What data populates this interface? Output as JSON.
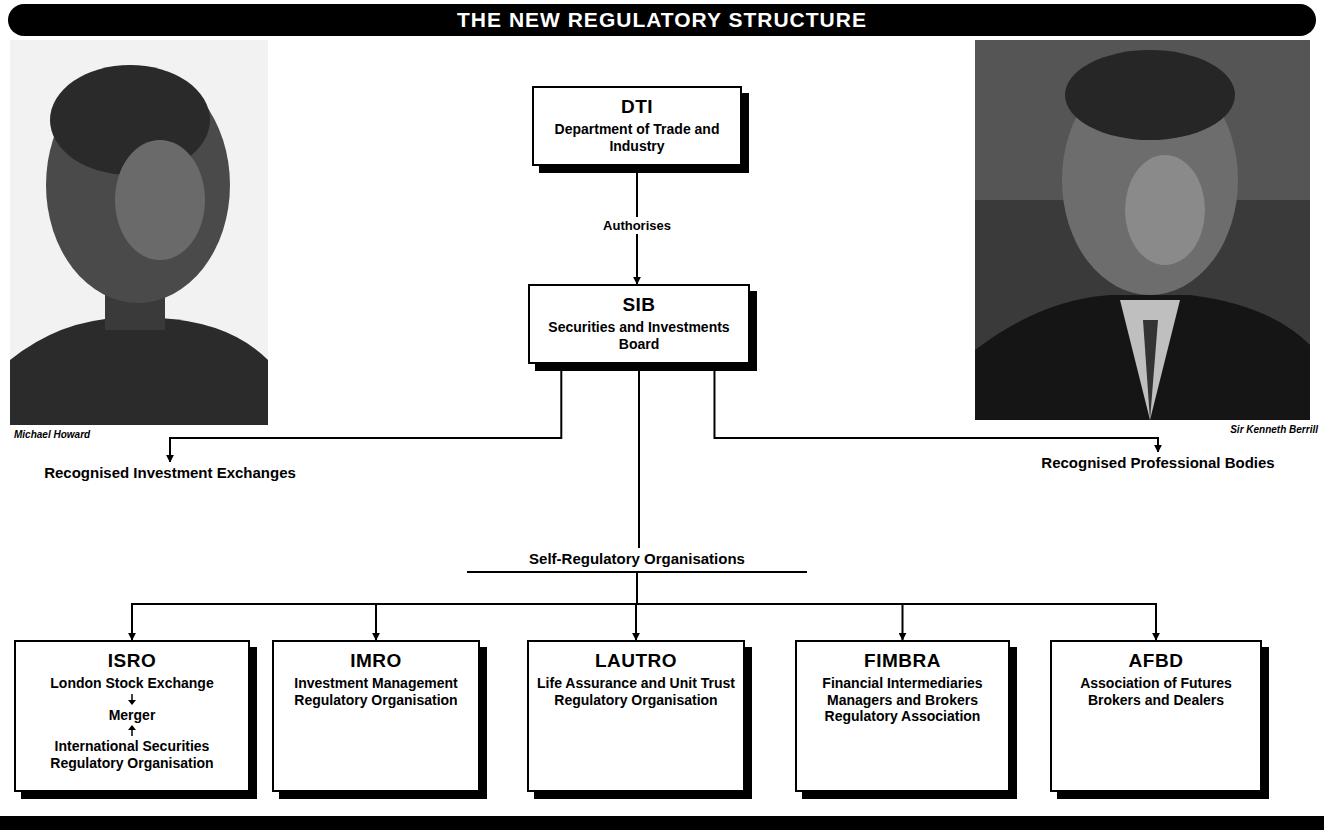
{
  "diagram": {
    "title": "THE NEW REGULATORY STRUCTURE",
    "nodes": [
      {
        "text": [
          "DTI",
          "Department of Trade and Industry"
        ]
      },
      {
        "text": [
          "SIB",
          "Securities and Investments Board"
        ]
      },
      {
        "text": [
          "Recognised Investment Exchanges"
        ]
      },
      {
        "text": [
          "Recognised Professional Bodies"
        ]
      },
      {
        "text": [
          "Self-Regulatory Organisations"
        ]
      },
      {
        "text": [
          "ISRO",
          "London Stock Exchange",
          "Merger",
          "International Securities Regulatory Organisation"
        ]
      },
      {
        "text": [
          "IMRO",
          "Investment Management Regulatory Organisation"
        ]
      },
      {
        "text": [
          "LAUTRO",
          "Life Assurance and Unit Trust Regulatory Organisation"
        ]
      },
      {
        "text": [
          "FIMBRA",
          "Financial Intermediaries Managers and Brokers Regulatory Association"
        ]
      },
      {
        "text": [
          "AFBD",
          "Association of Futures Brokers and Dealers"
        ]
      }
    ],
    "edges": [
      {
        "from": 0,
        "to": 1,
        "label": "Authorises",
        "arrow": "to"
      },
      {
        "from": 1,
        "to": 2,
        "arrow": "to"
      },
      {
        "from": 1,
        "to": 4,
        "arrow": "none"
      },
      {
        "from": 1,
        "to": 3,
        "arrow": "to"
      },
      {
        "from": 4,
        "to": 5,
        "arrow": "to"
      },
      {
        "from": 4,
        "to": 6,
        "arrow": "to"
      },
      {
        "from": 4,
        "to": 7,
        "arrow": "to"
      },
      {
        "from": 4,
        "to": 8,
        "arrow": "to"
      },
      {
        "from": 4,
        "to": 9,
        "arrow": "to"
      }
    ],
    "labels": [
      "Michael Howard",
      "Sir Kenneth Berrill"
    ]
  }
}
